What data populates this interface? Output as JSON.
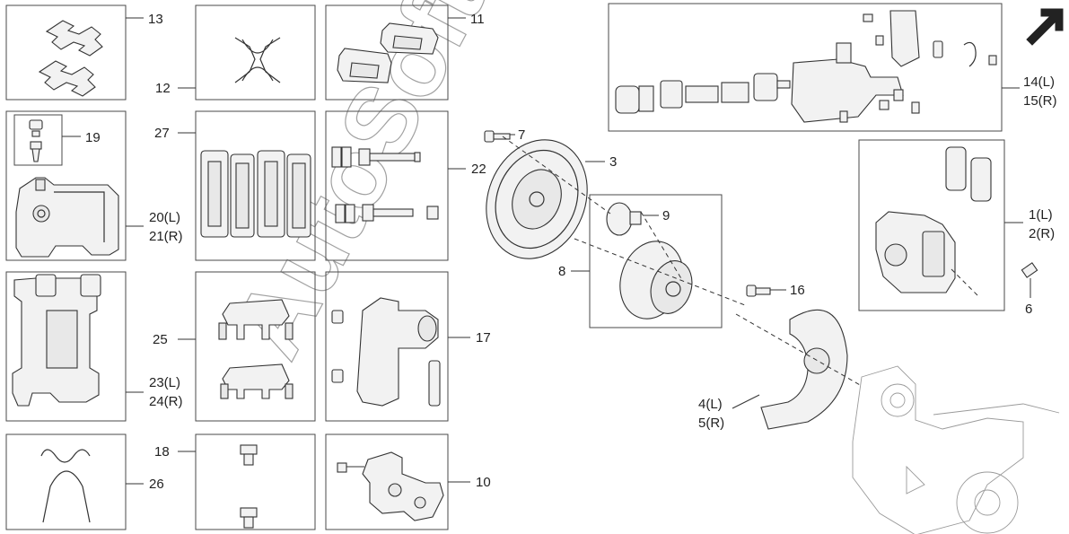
{
  "callouts": {
    "c13": "13",
    "c12": "12",
    "c11": "11",
    "c19": "19",
    "c27": "27",
    "c22": "22",
    "c20": "20(L)",
    "c21": "21(R)",
    "c7": "7",
    "c3": "3",
    "c9": "9",
    "c8": "8",
    "c25": "25",
    "c17": "17",
    "c23": "23(L)",
    "c24": "24(R)",
    "c18": "18",
    "c26": "26",
    "c10": "10",
    "c16": "16",
    "c4": "4(L)",
    "c5": "5(R)",
    "c14": "14(L)",
    "c15": "15(R)",
    "c1": "1(L)",
    "c2": "2(R)",
    "c6": "6"
  },
  "watermark": "AutoSoft",
  "direction_icon": "front-direction-arrow-icon"
}
